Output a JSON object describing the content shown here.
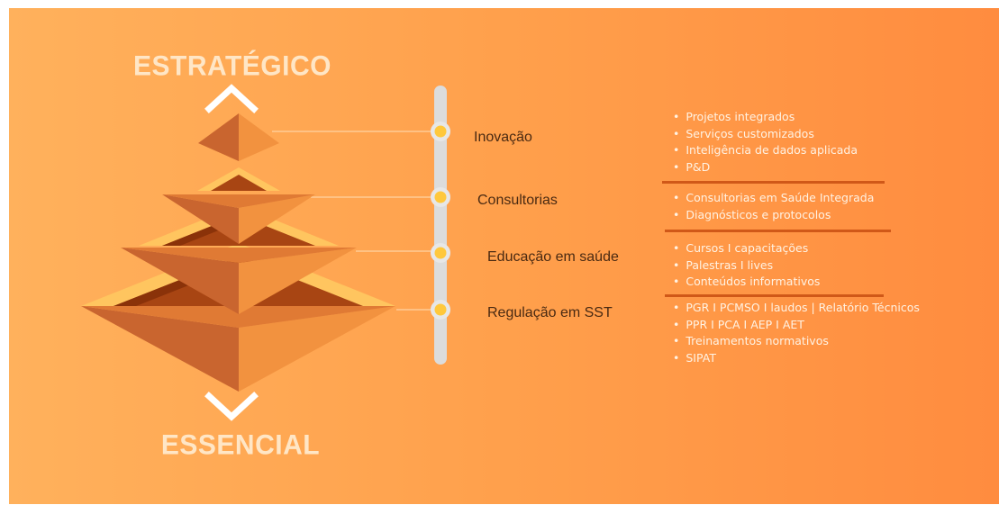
{
  "diagram": {
    "top_label": "ESTRATÉGICO",
    "bottom_label": "ESSENCIAL",
    "colors": {
      "background_start": "#ffb15c",
      "background_end": "#ff8c3f",
      "pyramid_light": "#f2923f",
      "pyramid_dark": "#c9652f",
      "pyramid_cavity": "#a84513",
      "pyramid_rim": "#ffc55f",
      "divider": "#d05818",
      "timeline_rail": "#dcdcdc",
      "timeline_node": "#ffc83c"
    },
    "levels": [
      {
        "name": "Inovação",
        "items": [
          "Projetos integrados",
          "Serviços customizados",
          "Inteligência de dados aplicada",
          "P&D"
        ]
      },
      {
        "name": "Consultorias",
        "items": [
          "Consultorias em Saúde Integrada",
          "Diagnósticos e protocolos"
        ]
      },
      {
        "name": "Educação em saúde",
        "items": [
          "Cursos I capacitações",
          "Palestras I lives",
          "Conteúdos informativos"
        ]
      },
      {
        "name": "Regulação em SST",
        "items": [
          "PGR I PCMSO I laudos | Relatório Técnicos",
          "PPR I PCA I AEP I AET",
          "Treinamentos normativos",
          "SIPAT"
        ]
      }
    ]
  }
}
